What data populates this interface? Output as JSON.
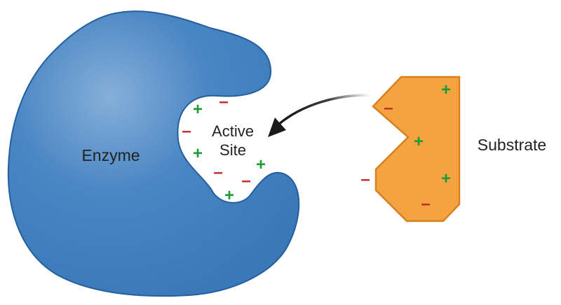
{
  "labels": {
    "enzyme": "Enzyme",
    "active_site_line1": "Active",
    "active_site_line2": "Site",
    "substrate": "Substrate"
  },
  "charges": {
    "plus": "+",
    "minus": "–"
  },
  "colors": {
    "enzyme_fill": "#3a78ba",
    "enzyme_highlight": "#7fa9d6",
    "enzyme_stroke": "#245f9e",
    "substrate_fill": "#f4a340",
    "substrate_stroke": "#d9801e",
    "plus": "#1f9a3a",
    "minus": "#c0282d",
    "arrow": "#1a1a1a"
  }
}
